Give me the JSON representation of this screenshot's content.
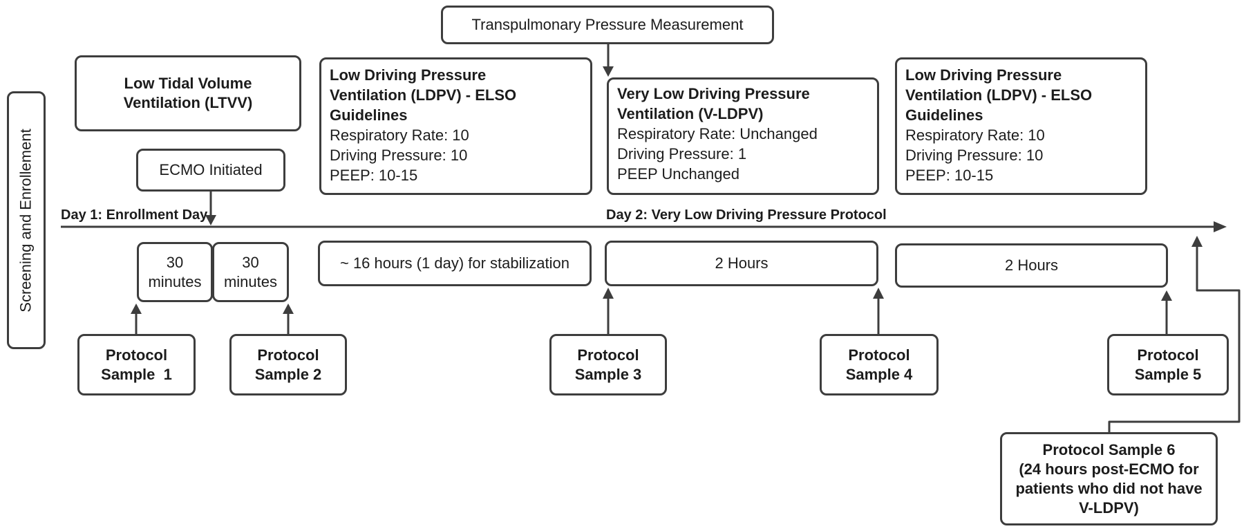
{
  "colors": {
    "border": "#3d3d3d",
    "text": "#1c1c1c",
    "background": "#ffffff"
  },
  "banner": {
    "label": "Transpulmonary Pressure Measurement"
  },
  "side": {
    "label": "Screening and Enrollement"
  },
  "phases": {
    "ltvv": {
      "title": "Low Tidal Volume\nVentilation (LTVV)"
    },
    "ecmo": {
      "label": "ECMO Initiated"
    },
    "ldpv1": {
      "title": "Low Driving Pressure\nVentilation (LDPV) - ELSO\nGuidelines",
      "lines": [
        "Respiratory Rate: 10",
        "Driving Pressure: 10",
        "PEEP: 10-15"
      ]
    },
    "vldpv": {
      "title": "Very Low Driving Pressure\nVentilation (V-LDPV)",
      "lines": [
        "Respiratory Rate: Unchanged",
        "Driving Pressure: 1",
        "PEEP Unchanged"
      ]
    },
    "ldpv2": {
      "title": "Low Driving Pressure\nVentilation (LDPV) - ELSO\nGuidelines",
      "lines": [
        "Respiratory Rate: 10",
        "Driving Pressure: 10",
        "PEEP: 10-15"
      ]
    }
  },
  "timeline": {
    "day1_label": "Day 1: Enrollment Day",
    "day2_label": "Day 2: Very Low Driving Pressure Protocol"
  },
  "durations": {
    "d30a": "30\nminutes",
    "d30b": "30\nminutes",
    "stabilization": "~ 16 hours (1 day) for stabilization",
    "twohours1": "2 Hours",
    "twohours2": "2 Hours"
  },
  "samples": {
    "s1": "Protocol\nSample  1",
    "s2": "Protocol\nSample 2",
    "s3": "Protocol\nSample 3",
    "s4": "Protocol\nSample 4",
    "s5": "Protocol\nSample 5",
    "s6": "Protocol Sample 6\n(24 hours post-ECMO for\npatients who did not have\nV-LDPV)"
  }
}
